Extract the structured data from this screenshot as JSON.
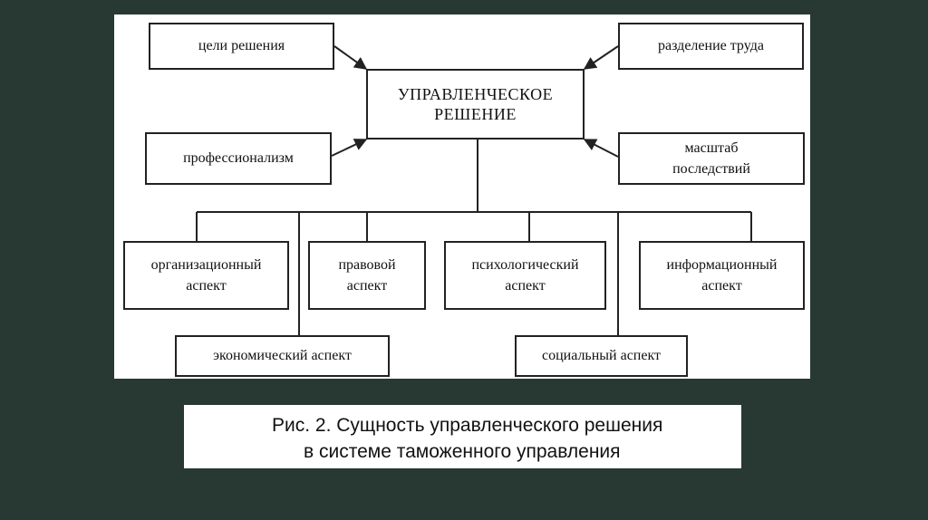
{
  "diagram": {
    "center": "УПРАВЛЕНЧЕСКОЕ\nРЕШЕНИЕ",
    "inputs": {
      "goals": "цели решения",
      "division_of_labor": "разделение труда",
      "professionalism": "профессионализм",
      "scale_of_consequences": "масштаб\nпоследствий"
    },
    "aspects": {
      "organizational": "организационный\nаспект",
      "legal": "правовой\nаспект",
      "psychological": "психологический\nаспект",
      "informational": "информационный\nаспект",
      "economic": "экономический аспект",
      "social": "социальный аспект"
    }
  },
  "caption": {
    "line1": "Рис. 2. Сущность управленческого решения",
    "line2": "в системе таможенного управления"
  }
}
